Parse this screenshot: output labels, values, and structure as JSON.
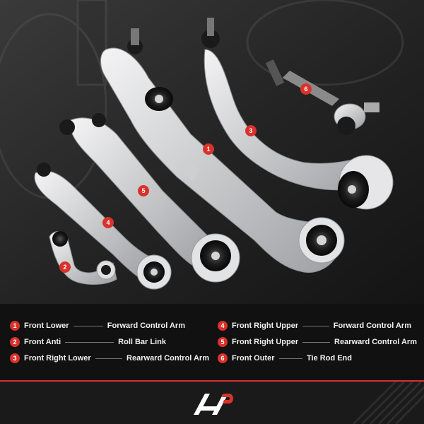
{
  "callouts": [
    "1",
    "2",
    "3",
    "4",
    "5",
    "6"
  ],
  "legend": [
    {
      "num": "1",
      "lead": "Front Lower",
      "tail": "Forward Control Arm"
    },
    {
      "num": "2",
      "lead": "Front Anti",
      "tail": "Roll Bar Link"
    },
    {
      "num": "3",
      "lead": "Front Right Lower",
      "tail": "Rearward Control Arm"
    },
    {
      "num": "4",
      "lead": "Front Right Upper",
      "tail": "Forward Control Arm"
    },
    {
      "num": "5",
      "lead": "Front Right Upper",
      "tail": "Rearward Control Arm"
    },
    {
      "num": "6",
      "lead": "Front Outer",
      "tail": "Tie Rod End"
    }
  ],
  "colors": {
    "accent": "#d8322a",
    "background": "#1c1c1c",
    "metal": "#d9dadc"
  },
  "logo": "a-premium-logo"
}
